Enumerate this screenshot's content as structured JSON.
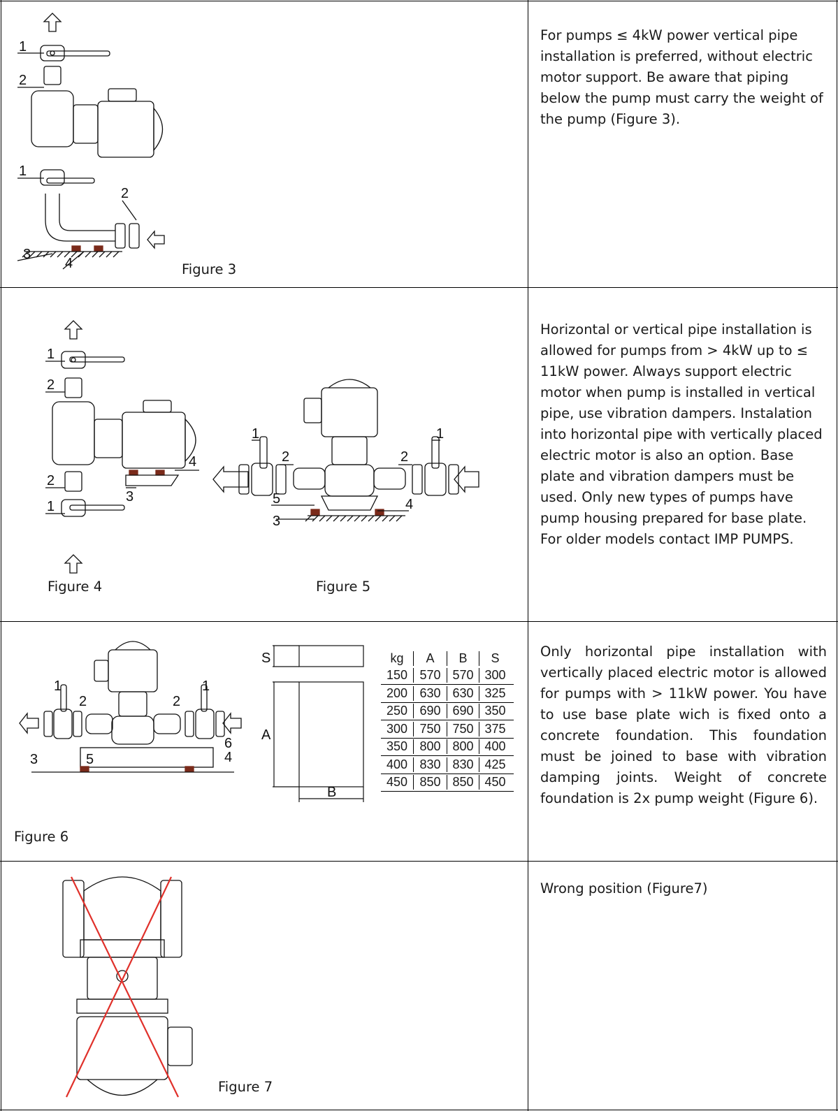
{
  "rows": [
    {
      "caption": "Figure 3",
      "text": "For pumps ≤ 4kW power vertical pipe installation is preferred, without electric motor support. Be aware that piping below the pump must carry the weight of the pump (Figure 3).",
      "callouts": [
        "1",
        "2",
        "1",
        "2",
        "3",
        "4"
      ]
    },
    {
      "caption_a": "Figure 4",
      "caption_b": "Figure 5",
      "text": "Horizontal or vertical pipe installation is allowed for pumps from > 4kW up to ≤ 11kW power. Always support electric motor when pump is installed in vertical pipe, use vibration dampers. Instalation into horizontal pipe with vertically placed electric motor is also an option. Base plate and vibration dampers must be used. Only new types of pumps have pump housing prepared for base plate. For older models contact IMP PUMPS.",
      "fig4_callouts": [
        "1",
        "2",
        "2",
        "1",
        "4",
        "3"
      ],
      "fig5_callouts": [
        "1",
        "2",
        "2",
        "1",
        "5",
        "4",
        "3"
      ]
    },
    {
      "caption": "Figure 6",
      "text": "Only horizontal pipe installation with vertically placed electric motor is allowed for pumps with > 11kW power. You have to use base plate wich is fixed onto a concrete foundation. This foundation must be joined to base with vibration damping joints. Weight of concrete foundation is 2x pump weight (Figure 6).",
      "fig6_callouts": [
        "1",
        "2",
        "2",
        "1",
        "3",
        "5",
        "6",
        "4"
      ],
      "dim_labels": {
        "s": "S",
        "a": "A",
        "b": "B"
      },
      "table": {
        "headers": [
          "kg",
          "A",
          "B",
          "S"
        ],
        "rows": [
          [
            "150",
            "570",
            "570",
            "300"
          ],
          [
            "200",
            "630",
            "630",
            "325"
          ],
          [
            "250",
            "690",
            "690",
            "350"
          ],
          [
            "300",
            "750",
            "750",
            "375"
          ],
          [
            "350",
            "800",
            "800",
            "400"
          ],
          [
            "400",
            "830",
            "830",
            "425"
          ],
          [
            "450",
            "850",
            "850",
            "450"
          ]
        ]
      }
    },
    {
      "caption": "Figure 7",
      "text": "Wrong position (Figure7)"
    }
  ],
  "colors": {
    "cross": "#e0302a",
    "damper": "#7a2a1a",
    "line": "#111111"
  }
}
